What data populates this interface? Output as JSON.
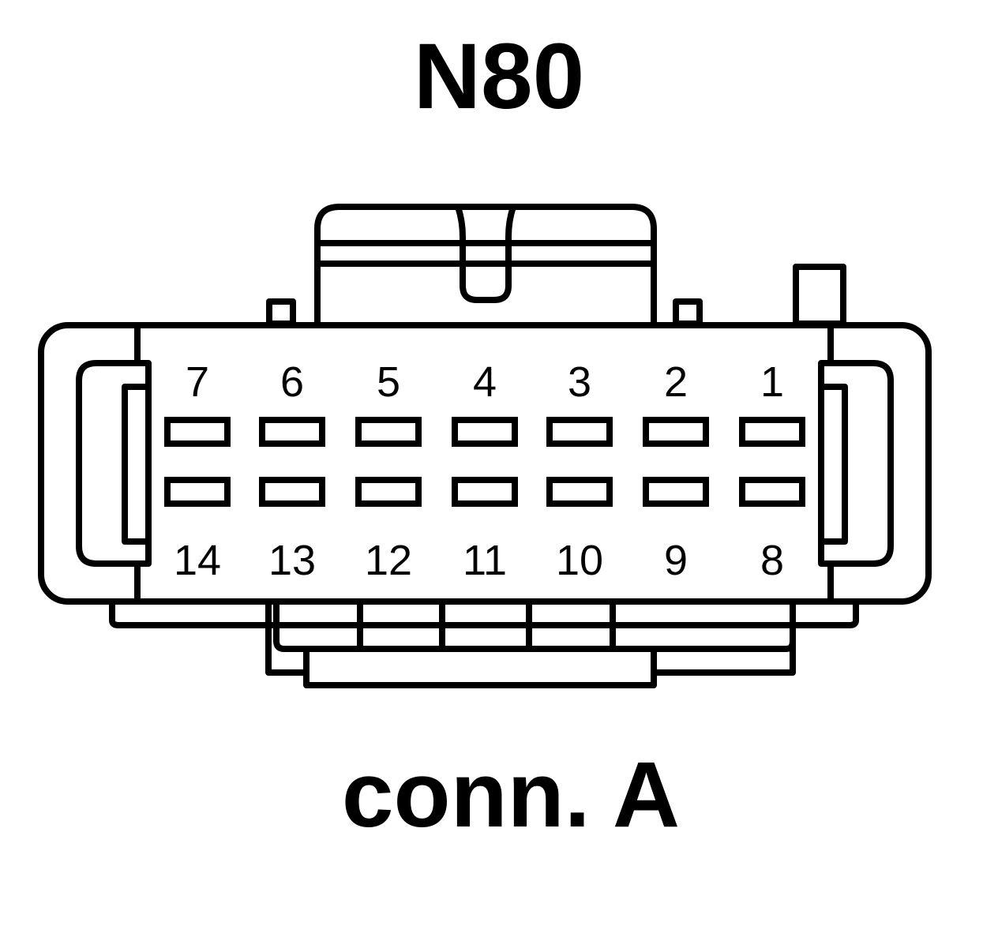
{
  "title": "N80",
  "subtitle": "conn. A",
  "pins_top": [
    "7",
    "6",
    "5",
    "4",
    "3",
    "2",
    "1"
  ],
  "pins_bottom": [
    "14",
    "13",
    "12",
    "11",
    "10",
    "9",
    "8"
  ],
  "colors": {
    "stroke": "#000000",
    "background": "#ffffff"
  }
}
